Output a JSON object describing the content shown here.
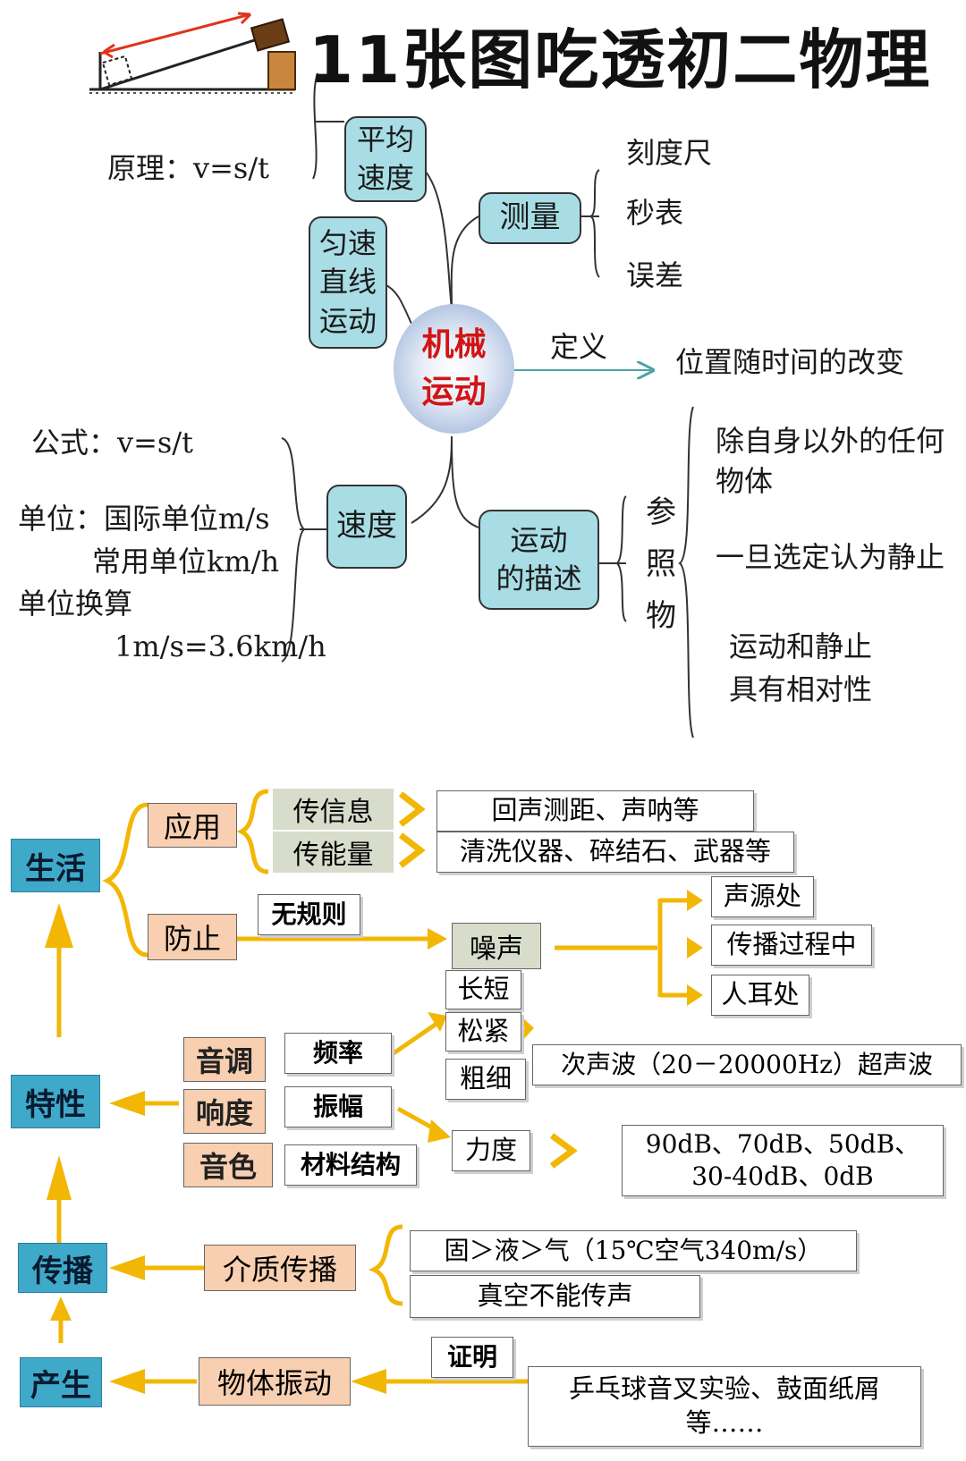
{
  "title": "11张图吃透初二物理",
  "mech": {
    "center": [
      "机械",
      "运动"
    ],
    "avg_speed": [
      "平均",
      "速度"
    ],
    "principle": "原理：v=s/t",
    "measure": "测量",
    "measure_items": [
      "刻度尺",
      "秒表",
      "误差"
    ],
    "uniform": [
      "匀速",
      "直线",
      "运动"
    ],
    "definition_label": "定义",
    "definition": "位置随时间的改变",
    "speed": "速度",
    "formula": "公式：v=s/t",
    "unit_line1": "单位：国际单位m/s",
    "unit_line2": "常用单位km/h",
    "unit_conv": "单位换算",
    "unit_conv_value": "1m/s=3.6km/h",
    "description": [
      "运动",
      "的描述"
    ],
    "reference": [
      "参",
      "照",
      "物"
    ],
    "ref_items": [
      "除自身以外的任何",
      "物体",
      "一旦选定认为静止",
      "运动和静止",
      "具有相对性"
    ]
  },
  "sound": {
    "life": "生活",
    "trait": "特性",
    "spread": "传播",
    "produce": "产生",
    "apply": "应用",
    "prevent": "防止",
    "info": "传信息",
    "energy": "传能量",
    "info_ex": "回声测距、声呐等",
    "energy_ex": "清洗仪器、碎结石、武器等",
    "irregular": "无规则",
    "noise": "噪声",
    "noise_places": [
      "声源处",
      "传播过程中",
      "人耳处"
    ],
    "pitch": "音调",
    "loudness": "响度",
    "timbre": "音色",
    "frequency": "频率",
    "amplitude": "振幅",
    "material": "材料结构",
    "length": "长短",
    "tension": "松紧",
    "thickness": "粗细",
    "waves": "次声波（20－20000Hz）超声波",
    "force": "力度",
    "db_line1": "90dB、70dB、50dB、",
    "db_line2": "30-40dB、0dB",
    "medium": "介质传播",
    "speed_order": "固＞液＞气（15℃空气340m/s）",
    "vacuum": "真空不能传声",
    "vibration": "物体振动",
    "prove": "证明",
    "experiment_line1": "乒乓球音叉实验、鼓面纸屑",
    "experiment_line2": "等……"
  },
  "colors": {
    "cyan": "#a8dde6",
    "blue": "#3fa9c9",
    "peach": "#f8cfb0",
    "grey": "#d7dccb",
    "arrow": "#f2b705",
    "red": "#d11414"
  }
}
